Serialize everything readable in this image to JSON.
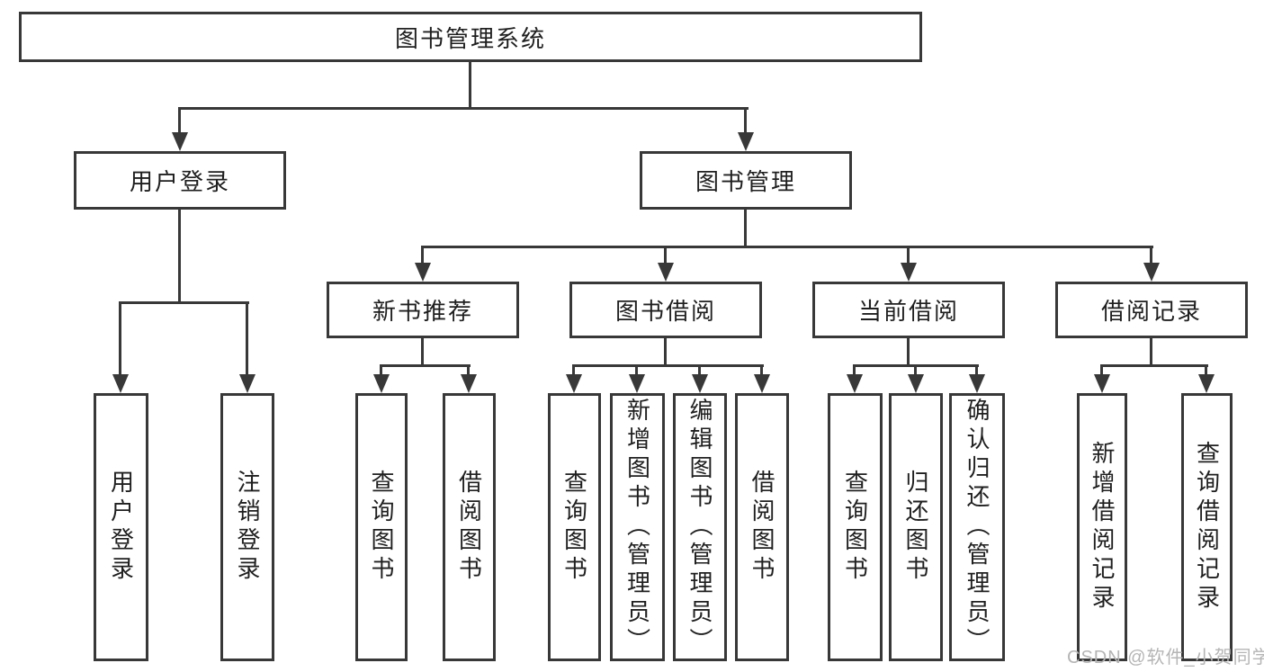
{
  "tree": {
    "root": "图书管理系统",
    "level2": [
      {
        "label": "用户登录",
        "children": [
          {
            "label": "用户登录"
          },
          {
            "label": "注销登录"
          }
        ]
      },
      {
        "label": "图书管理",
        "children": [
          {
            "label": "新书推荐",
            "children": [
              {
                "label": "查询图书"
              },
              {
                "label": "借阅图书"
              }
            ]
          },
          {
            "label": "图书借阅",
            "children": [
              {
                "label": "查询图书"
              },
              {
                "label": "新增图书（管理员）"
              },
              {
                "label": "编辑图书（管理员）"
              },
              {
                "label": "借阅图书"
              }
            ]
          },
          {
            "label": "当前借阅",
            "children": [
              {
                "label": "查询图书"
              },
              {
                "label": "归还图书"
              },
              {
                "label": "确认归还（管理员）"
              }
            ]
          },
          {
            "label": "借阅记录",
            "children": [
              {
                "label": "新增借阅记录"
              },
              {
                "label": "查询借阅记录"
              }
            ]
          }
        ]
      }
    ]
  },
  "watermark": "CSDN @软件_小贺同学",
  "colors": {
    "line": "#383838",
    "text": "#1f1f1f",
    "watermark": "#b5b5b5",
    "background": "#ffffff"
  }
}
